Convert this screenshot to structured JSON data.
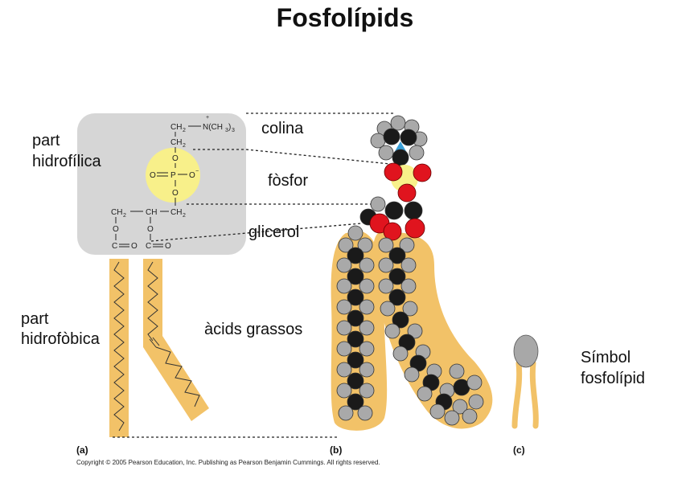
{
  "title": "Fosfolípids",
  "labels": {
    "hydrophilic_line1": "part",
    "hydrophilic_line2": "hidrofílica",
    "hydrophobic_line1": "part",
    "hydrophobic_line2": "hidrofòbica",
    "choline": "colina",
    "phosphate": "fòsfor",
    "glycerol": "glicerol",
    "fatty_acids": "àcids grassos",
    "symbol_line1": "Símbol",
    "symbol_line2": "fosfolípid"
  },
  "chemistry": {
    "ch2_1": "CH",
    "ch2_2": "CH",
    "nme3": "N(CH",
    "nme3_end": ")",
    "sub2": "2",
    "sub3": "3",
    "plus": "+",
    "o1": "O",
    "o_eq": "O",
    "p": "P",
    "o_minus": "O",
    "minus": "−",
    "o2": "O",
    "gly_ch2_left": "CH",
    "gly_ch": "CH",
    "gly_ch2_right": "CH",
    "o3": "O",
    "o4": "O",
    "c_left": "C",
    "o_left": "O",
    "c_right": "C",
    "o_right": "O"
  },
  "panels": {
    "a": "(a)",
    "b": "(b)",
    "c": "(c)"
  },
  "copyright": "Copyright © 2005 Pearson Education, Inc. Publishing as Pearson Benjamin Cummings. All rights reserved.",
  "colors": {
    "hydrophilic_box": "#d6d6d6",
    "phosphate_circle": "#f8f08a",
    "tail": "#f2c268",
    "oxygen": "#e0141e",
    "carbon": "#1a1a1a",
    "hydrogen": "#a9a9a9",
    "nitrogen": "#3aa0d8",
    "symbol_head": "#a8a8a8"
  }
}
